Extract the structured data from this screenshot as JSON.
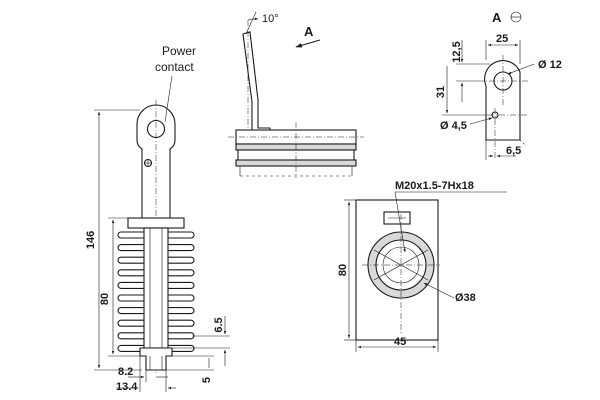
{
  "labels": {
    "power_contact_line1": "Power",
    "power_contact_line2": "contact",
    "view_marker": "A",
    "view_title": "A",
    "angle": "10°",
    "thread": "M20x1.5-7Hx18"
  },
  "dimensions": {
    "total_height": "146",
    "body_height": "80",
    "fin_pitch": "6.5",
    "base_height": "5",
    "stem_width": "8.2",
    "base_width": "13.4",
    "tab_width": "25",
    "tab_hole": "Ø 12",
    "tab_top": "12,5",
    "tab_hole_height": "31",
    "small_hole": "Ø 4,5",
    "tab_offset": "6,5",
    "block_height": "80",
    "block_width": "45",
    "bore_diameter": "Ø38"
  }
}
